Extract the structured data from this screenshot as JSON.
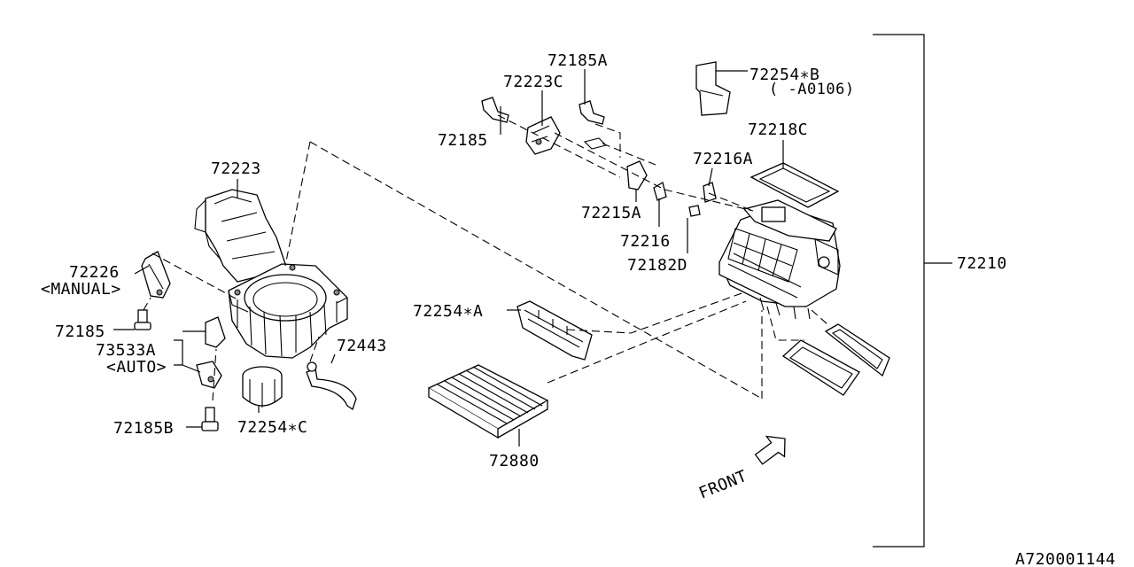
{
  "diagram_id": "A720001144",
  "parts": {
    "p72185A": "72185A",
    "p72223C": "72223C",
    "p72185_top": "72185",
    "p72254B": "72254∗B",
    "p72254B_note": "(  -A0106)",
    "p72218C": "72218C",
    "p72216A": "72216A",
    "p72223": "72223",
    "p72215A": "72215A",
    "p72216": "72216",
    "p72182D": "72182D",
    "p72210": "72210",
    "p72226": "72226",
    "p72226_note": "<MANUAL>",
    "p72185_left": "72185",
    "p73533A": "73533A",
    "p73533A_note": "<AUTO>",
    "p72443": "72443",
    "p72254A": "72254∗A",
    "p72185B": "72185B",
    "p72254C": "72254∗C",
    "p72880": "72880"
  },
  "front_label": "FRONT"
}
